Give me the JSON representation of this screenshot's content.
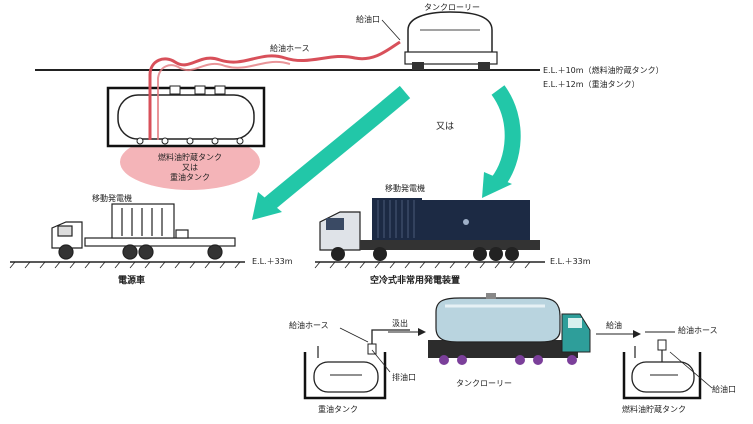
{
  "top": {
    "tank_lorry": "タンクローリー",
    "refuel_port": "給油口",
    "refuel_hose": "給油ホース",
    "elevation_tank": "E.L.＋10m（燃料油貯蔵タンク）",
    "elevation_heavy_oil": "E.L.＋12m（重油タンク）",
    "underground_tank_line1": "燃料油貯蔵タンク",
    "underground_tank_line2": "又は",
    "underground_tank_line3": "重油タンク",
    "or_label": "又は"
  },
  "middle": {
    "left_generator_label": "移動発電機",
    "right_generator_label": "移動発電機",
    "left_elevation": "E.L.＋33m",
    "right_elevation": "E.L.＋33m",
    "power_truck": "電源車",
    "air_cooled_generator": "空冷式非常用発電装置"
  },
  "bottom": {
    "hose_left": "給油ホース",
    "pumping": "汲出",
    "refuel": "給油",
    "hose_right": "給油ホース",
    "drain_port": "排油口",
    "tank_lorry": "タンクローリー",
    "refuel_port": "給油口",
    "heavy_oil_tank": "重油タンク",
    "fuel_storage_tank": "燃料油貯蔵タンク"
  },
  "colors": {
    "arrow_green": "#22c7a8",
    "hose_red": "#d8505a",
    "highlight_pink": "#f4b4b8",
    "generator_navy": "#1c2a44",
    "truck_cab_teal": "#2e9e9a",
    "tank_blue": "#b9d4df",
    "chassis_purple": "#7b3f9a"
  }
}
